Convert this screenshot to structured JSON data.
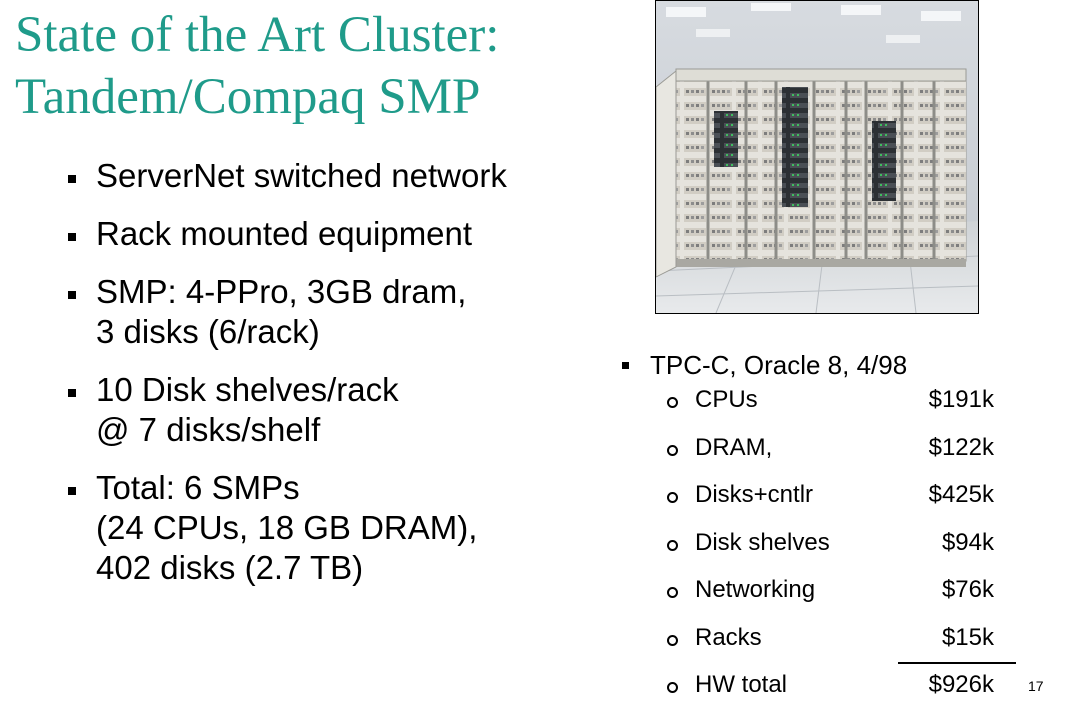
{
  "title": {
    "line1": "State of the Art Cluster:",
    "line2": "Tandem/Compaq SMP"
  },
  "bullets": [
    {
      "lines": [
        "ServerNet switched network"
      ]
    },
    {
      "lines": [
        "Rack mounted equipment"
      ]
    },
    {
      "lines": [
        "SMP: 4-PPro, 3GB dram,",
        "3 disks (6/rack)"
      ]
    },
    {
      "lines": [
        "10 Disk shelves/rack",
        "@ 7 disks/shelf"
      ]
    },
    {
      "lines": [
        "Total: 6 SMPs",
        "(24 CPUs, 18 GB DRAM),",
        "402 disks (2.7 TB)"
      ]
    }
  ],
  "tpc": {
    "heading": "TPC-C, Oracle 8, 4/98",
    "items": [
      {
        "label": "CPUs",
        "value": "$191k"
      },
      {
        "label": "DRAM,",
        "value": "$122k"
      },
      {
        "label": "Disks+cntlr",
        "value": "$425k"
      },
      {
        "label": "Disk shelves",
        "value": "$94k"
      },
      {
        "label": "Networking",
        "value": "$76k"
      },
      {
        "label": "Racks",
        "value": "$15k"
      },
      {
        "label": "HW total",
        "value": "$926k"
      }
    ]
  },
  "page_number": "17",
  "colors": {
    "title": "#1f9b8a",
    "text": "#000000"
  }
}
